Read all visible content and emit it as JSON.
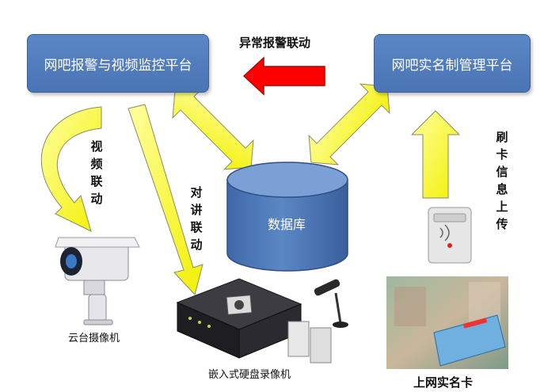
{
  "nodes": {
    "alarm_platform": "网吧报警与视频监控平台",
    "realname_platform": "网吧实名制管理平台",
    "database": "数据库"
  },
  "arrows": {
    "abnormal_alarm": "异常报警联动",
    "video_link": "视频联动",
    "talk_link": "对讲联动",
    "card_upload": "刷卡信息上传"
  },
  "devices": {
    "camera": "云台摄像机",
    "dvr": "嵌入式硬盘录像机",
    "card": "上网实名卡"
  },
  "colors": {
    "box_fill": "#5b87c5",
    "arrow_yellow": "#ffff00",
    "arrow_red": "#ff0000"
  }
}
